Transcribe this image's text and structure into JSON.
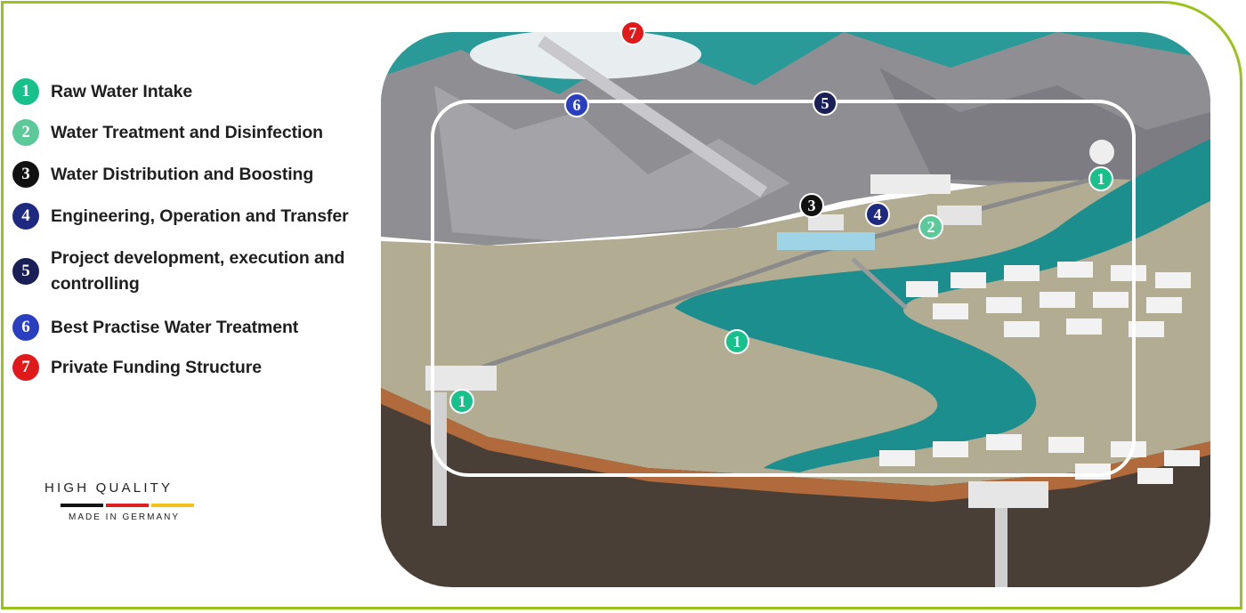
{
  "colors": {
    "frame": "#9bc21c",
    "teal": "#18c08c",
    "light_teal": "#5cc99a",
    "black": "#111111",
    "navy": "#1e2a80",
    "dark_navy": "#1a1f55",
    "blue": "#2a3fbf",
    "red": "#e01a1a",
    "water": "#1d8e8e",
    "land": "#b2ad92",
    "mountain": "#8c8c90"
  },
  "legend": [
    {
      "num": "1",
      "label": "Raw Water Intake",
      "color": "#18c08c"
    },
    {
      "num": "2",
      "label": "Water Treatment and Disinfection",
      "color": "#5cc99a"
    },
    {
      "num": "3",
      "label": "Water Distribution and Boosting",
      "color": "#111111"
    },
    {
      "num": "4",
      "label": "Engineering, Operation and Transfer",
      "color": "#1e2a80"
    },
    {
      "num": "5",
      "label": "Project development, execution and controlling",
      "color": "#1a1f55"
    },
    {
      "num": "6",
      "label": "Best Practise Water Treatment",
      "color": "#2a3fbf"
    },
    {
      "num": "7",
      "label": "Private Funding Structure",
      "color": "#e01a1a"
    }
  ],
  "badge": {
    "title": "HIGH QUALITY",
    "subtitle": "MADE IN GERMANY",
    "flag_colors": [
      "#111111",
      "#dd1f1f",
      "#f2c21b"
    ]
  },
  "markers": [
    {
      "num": "7",
      "color": "#e01a1a"
    },
    {
      "num": "6",
      "color": "#2a3fbf"
    },
    {
      "num": "5",
      "color": "#1a1f55"
    },
    {
      "num": "1",
      "color": "#18c08c"
    },
    {
      "num": "3",
      "color": "#111111"
    },
    {
      "num": "4",
      "color": "#1e2a80"
    },
    {
      "num": "2",
      "color": "#5cc99a"
    },
    {
      "num": "1",
      "color": "#18c08c"
    },
    {
      "num": "1",
      "color": "#18c08c"
    }
  ]
}
